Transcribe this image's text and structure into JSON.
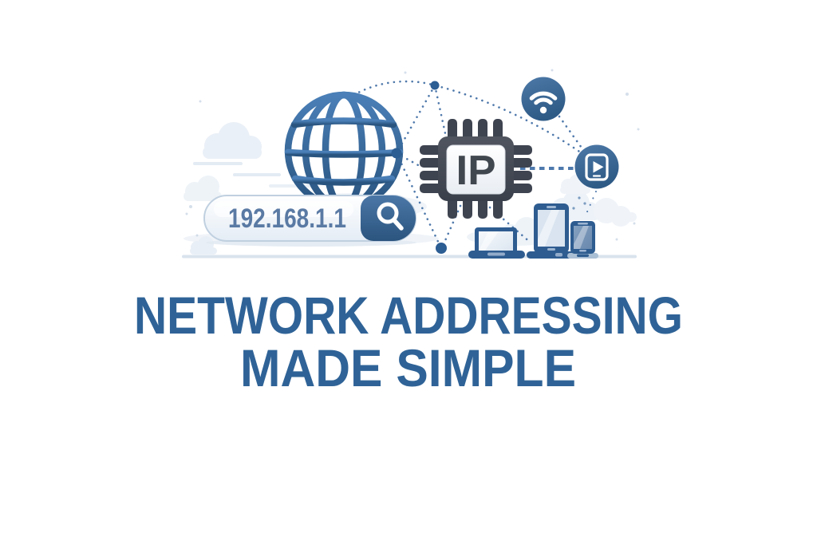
{
  "headline": {
    "line1": "NETWORK ADDRESSING",
    "line2": "MADE SIMPLE",
    "color": "#2f6397"
  },
  "illustration": {
    "search_bar": {
      "value": "192.168.1.1",
      "button_icon": "magnifier-icon",
      "text_color": "#5a7aa4"
    },
    "chip": {
      "label": "IP",
      "label_color": "#41474f"
    },
    "icons": [
      "globe-icon",
      "magnifier-icon",
      "ip-chip-icon",
      "wifi-icon",
      "media-play-icon",
      "laptop-icon",
      "tablet-icon",
      "smartphone-icon",
      "network-node-dot",
      "cloud-shape"
    ],
    "colors": {
      "background": "#ffffff",
      "primary_blue": "#2f6397",
      "device_blue": "#2e5c90",
      "badge_blue_top": "#4d79a8",
      "badge_blue_bottom": "#2e5a86",
      "chip_charcoal": "#454b57",
      "dotted_line": "#4f79ab",
      "cloud_light": "#eaf0f7",
      "horizon_line": "#d9e3ee"
    }
  }
}
